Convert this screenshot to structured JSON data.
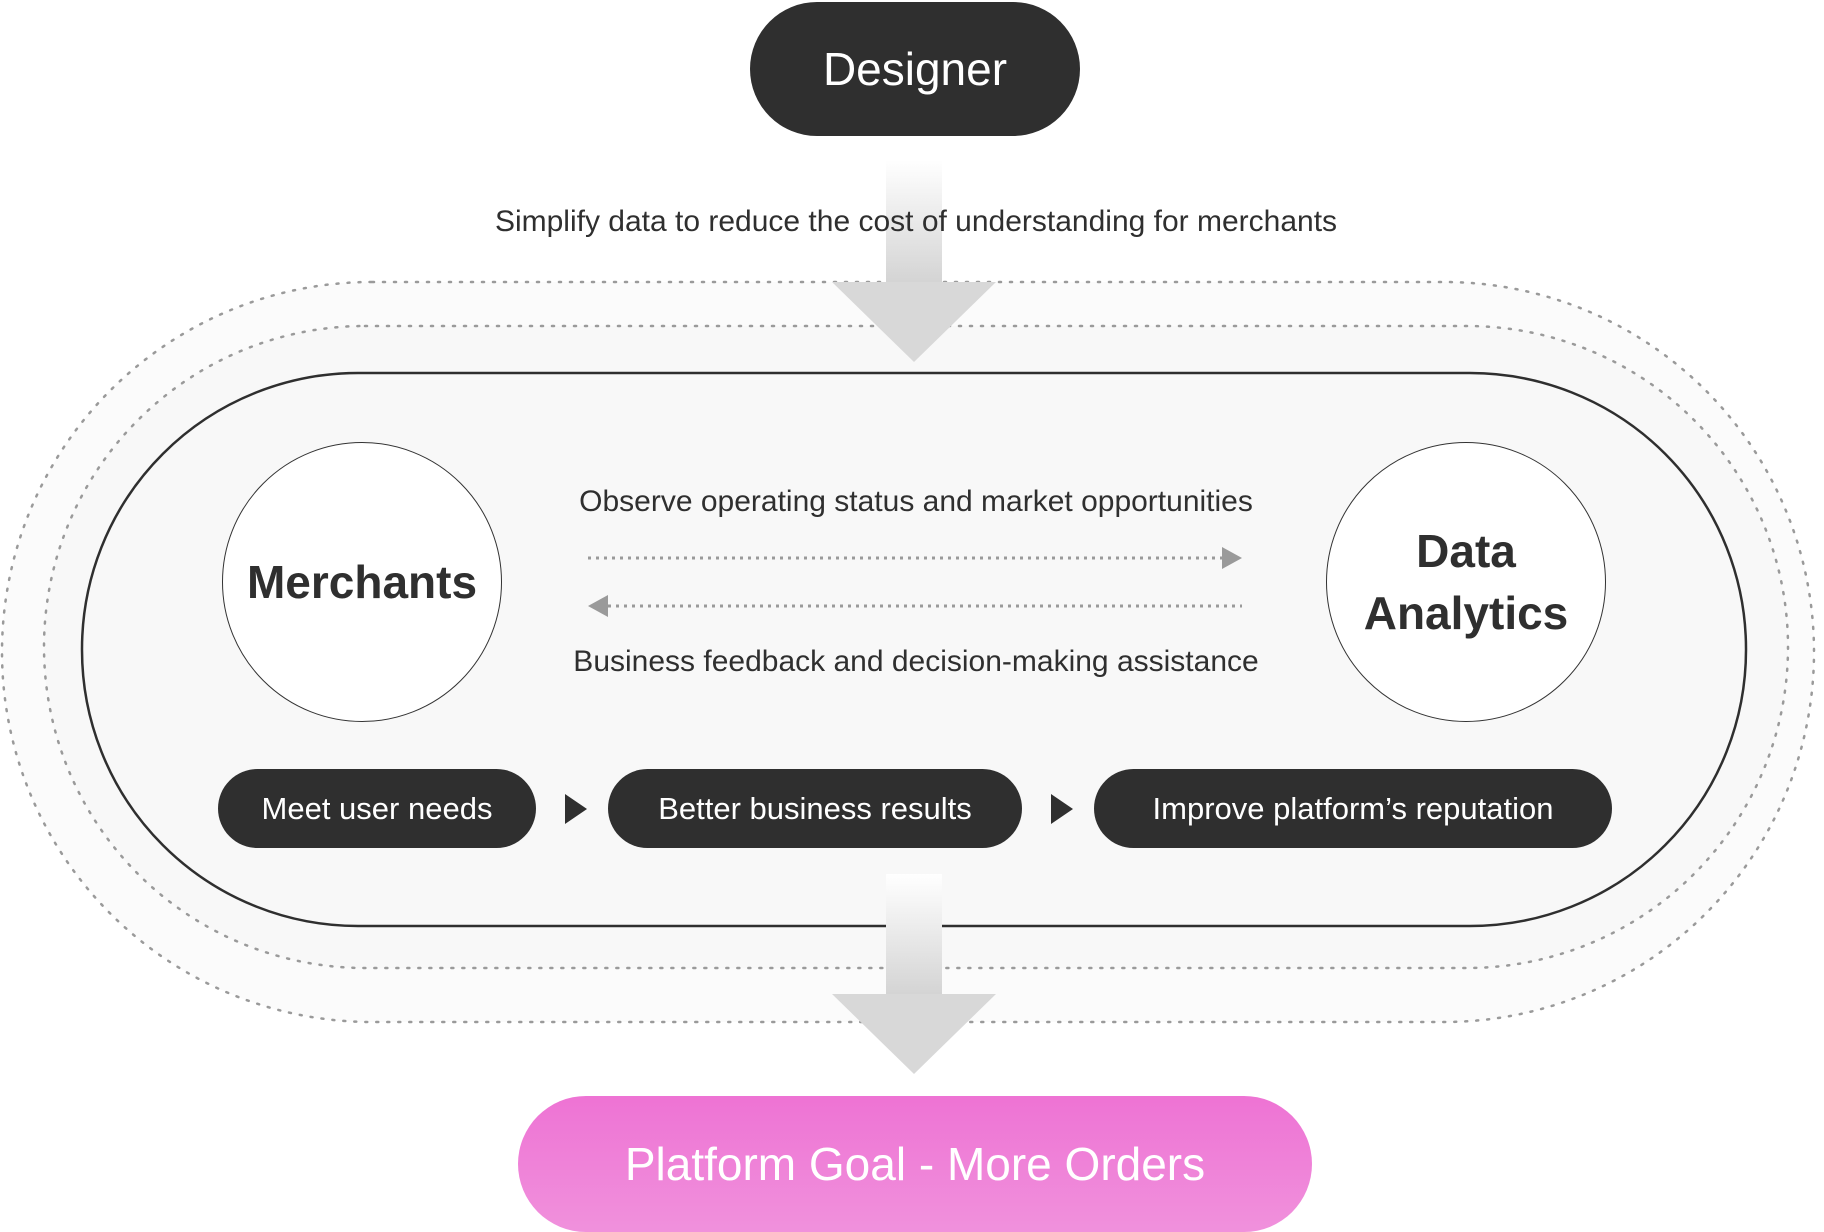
{
  "nodes": {
    "designer": "Designer",
    "merchants": "Merchants",
    "data_analytics_line1": "Data",
    "data_analytics_line2": "Analytics",
    "goal": "Platform Goal - More Orders"
  },
  "edges": {
    "designer_to_loop": "Simplify data to reduce the cost of understanding for merchants",
    "merchants_to_analytics": "Observe operating status and market opportunities",
    "analytics_to_merchants": "Business feedback and decision-making assistance"
  },
  "steps": [
    "Meet user needs",
    "Better business results",
    "Improve platform’s reputation"
  ],
  "colors": {
    "dark": "#2f2f2f",
    "goal_top": "#ee73d4",
    "goal_bottom": "#f091dc",
    "arrow_gray": "#d6d6d6",
    "dotted_gray": "#9a9a9a"
  }
}
